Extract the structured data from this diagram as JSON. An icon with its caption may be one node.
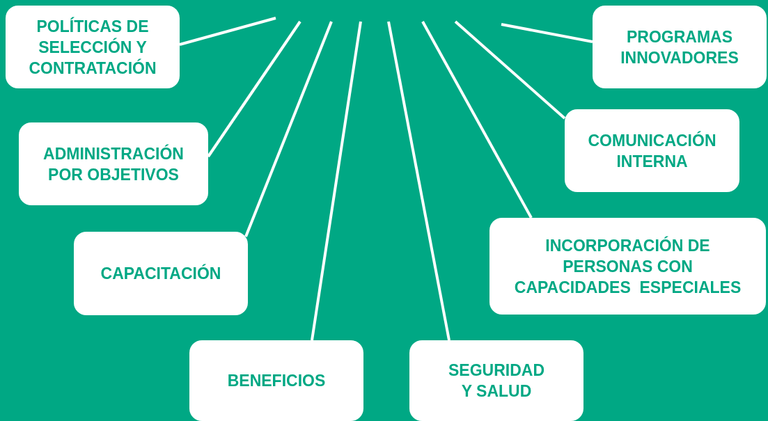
{
  "diagram": {
    "nodes": [
      {
        "text": [
          "POLÍTICAS DE SELECCIÓN Y CONTRATACIÓN"
        ]
      },
      {
        "text": [
          "ADMINISTRACIÓN POR OBJETIVOS"
        ]
      },
      {
        "text": [
          "CAPACITACIÓN"
        ]
      },
      {
        "text": [
          "BENEFICIOS"
        ]
      },
      {
        "text": [
          "SEGURIDAD Y SALUD"
        ]
      },
      {
        "text": [
          "INCORPORACIÓN DE PERSONAS CON CAPACIDADES  ESPECIALES"
        ]
      },
      {
        "text": [
          "COMUNICACIÓN INTERNA"
        ]
      },
      {
        "text": [
          "PROGRAMAS INNOVADORES"
        ]
      }
    ],
    "edges": [
      {
        "from": null,
        "to": 0,
        "arrow": "none"
      },
      {
        "from": null,
        "to": 1,
        "arrow": "none"
      },
      {
        "from": null,
        "to": 2,
        "arrow": "none"
      },
      {
        "from": null,
        "to": 3,
        "arrow": "none"
      },
      {
        "from": null,
        "to": 4,
        "arrow": "none"
      },
      {
        "from": null,
        "to": 5,
        "arrow": "none"
      },
      {
        "from": null,
        "to": 6,
        "arrow": "none"
      },
      {
        "from": null,
        "to": 7,
        "arrow": "none"
      }
    ]
  }
}
